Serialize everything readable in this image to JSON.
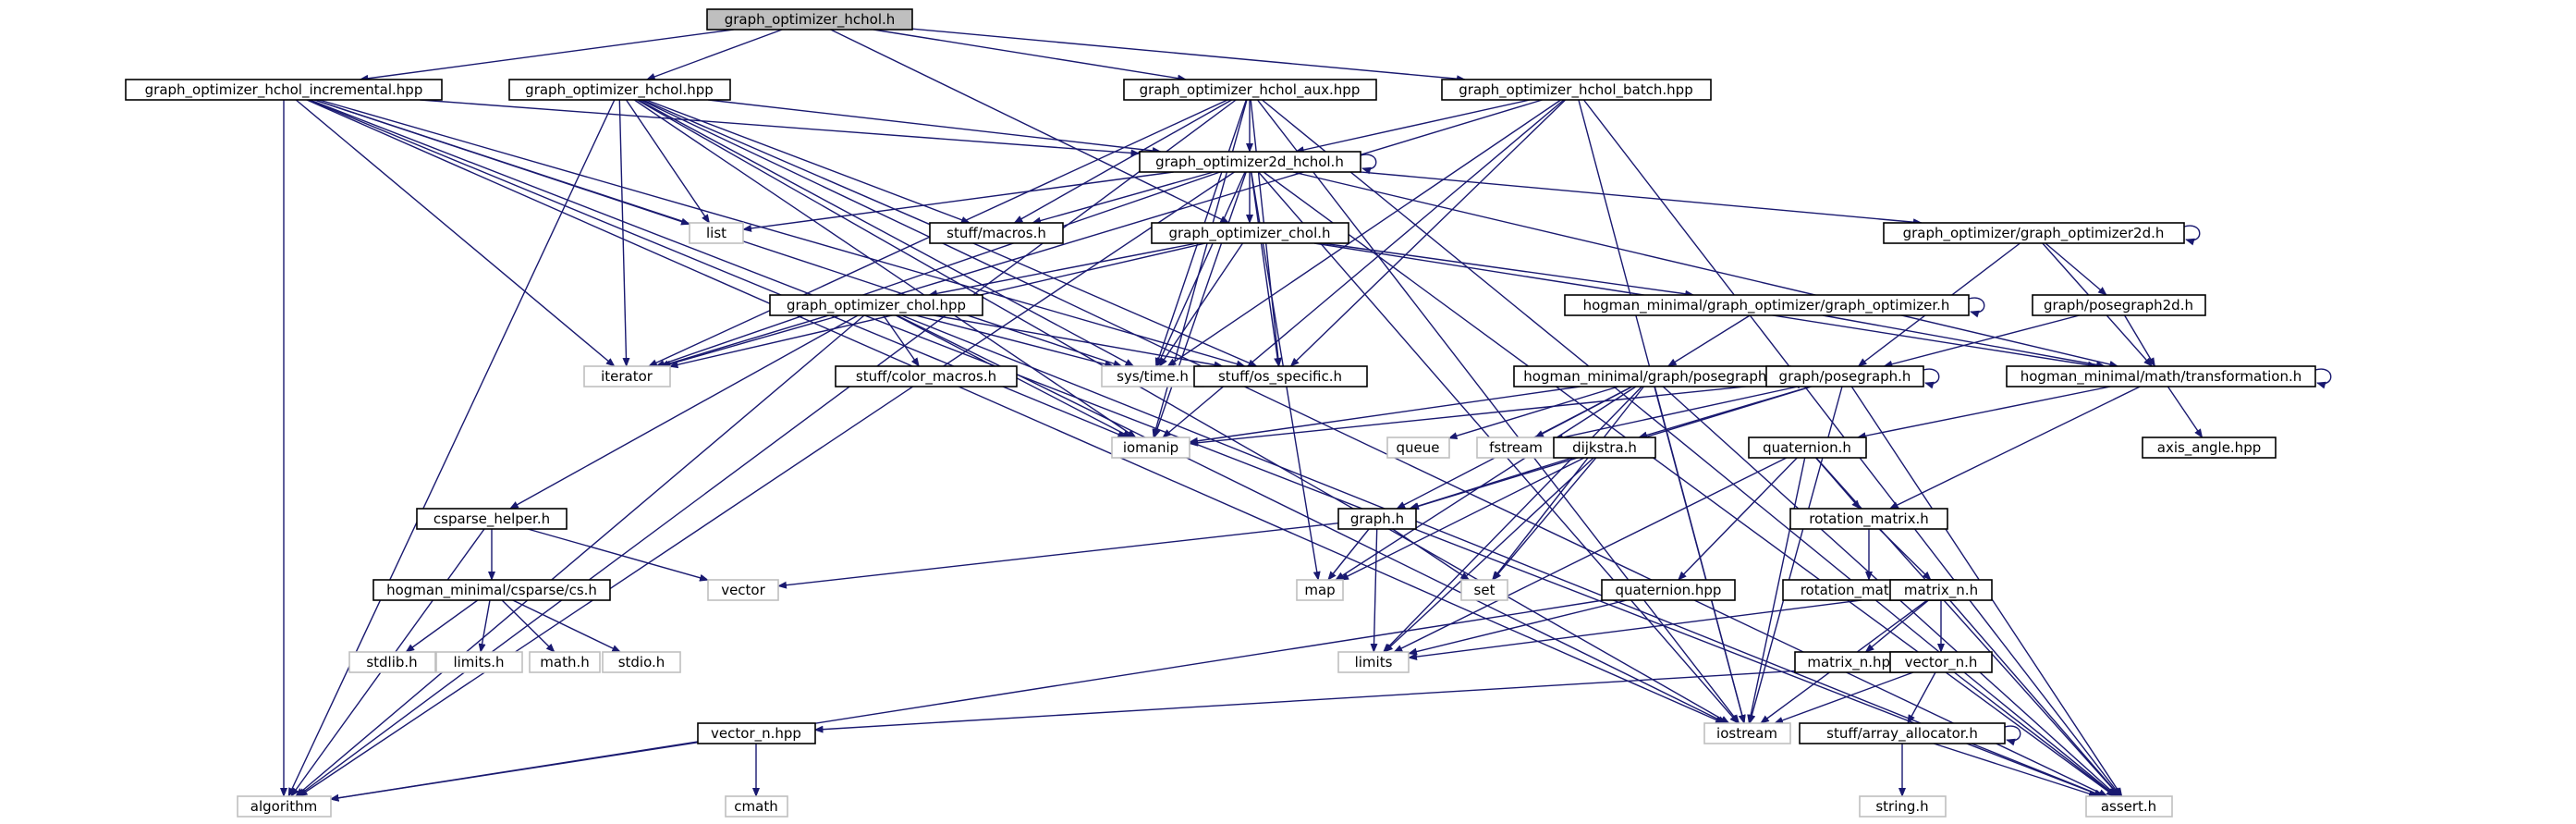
{
  "graph": {
    "root": "graph_optimizer_hchol.h",
    "nodes": [
      {
        "id": "root",
        "label": "graph_optimizer_hchol.h",
        "kind": "root"
      },
      {
        "id": "inc",
        "label": "graph_optimizer_hchol_incremental.hpp",
        "kind": "local"
      },
      {
        "id": "hpp",
        "label": "graph_optimizer_hchol.hpp",
        "kind": "local"
      },
      {
        "id": "aux",
        "label": "graph_optimizer_hchol_aux.hpp",
        "kind": "local"
      },
      {
        "id": "batch",
        "label": "graph_optimizer_hchol_batch.hpp",
        "kind": "local"
      },
      {
        "id": "go2dh",
        "label": "graph_optimizer2d_hchol.h",
        "kind": "local"
      },
      {
        "id": "list",
        "label": "list",
        "kind": "system"
      },
      {
        "id": "macros",
        "label": "stuff/macros.h",
        "kind": "local"
      },
      {
        "id": "chol",
        "label": "graph_optimizer_chol.h",
        "kind": "local"
      },
      {
        "id": "go2d",
        "label": "graph_optimizer/graph_optimizer2d.h",
        "kind": "local"
      },
      {
        "id": "cholhpp",
        "label": "graph_optimizer_chol.hpp",
        "kind": "local"
      },
      {
        "id": "hmgo",
        "label": "hogman_minimal/graph_optimizer/graph_optimizer.h",
        "kind": "local"
      },
      {
        "id": "pg2d",
        "label": "graph/posegraph2d.h",
        "kind": "local"
      },
      {
        "id": "iterator",
        "label": "iterator",
        "kind": "system"
      },
      {
        "id": "colmac",
        "label": "stuff/color_macros.h",
        "kind": "local"
      },
      {
        "id": "systime",
        "label": "sys/time.h",
        "kind": "system"
      },
      {
        "id": "ossp",
        "label": "stuff/os_specific.h",
        "kind": "local"
      },
      {
        "id": "hmpg",
        "label": "hogman_minimal/graph/posegraph.h",
        "kind": "local"
      },
      {
        "id": "pgh",
        "label": "graph/posegraph.h",
        "kind": "local"
      },
      {
        "id": "hmtr",
        "label": "hogman_minimal/math/transformation.h",
        "kind": "local"
      },
      {
        "id": "iomanip",
        "label": "iomanip",
        "kind": "system"
      },
      {
        "id": "queue",
        "label": "queue",
        "kind": "system"
      },
      {
        "id": "fstream",
        "label": "fstream",
        "kind": "system"
      },
      {
        "id": "quat",
        "label": "quaternion.h",
        "kind": "local"
      },
      {
        "id": "axang",
        "label": "axis_angle.hpp",
        "kind": "local"
      },
      {
        "id": "dijk",
        "label": "dijkstra.h",
        "kind": "local"
      },
      {
        "id": "cshelp",
        "label": "csparse_helper.h",
        "kind": "local"
      },
      {
        "id": "graphh",
        "label": "graph.h",
        "kind": "local"
      },
      {
        "id": "rotm",
        "label": "rotation_matrix.h",
        "kind": "local"
      },
      {
        "id": "hmcs",
        "label": "hogman_minimal/csparse/cs.h",
        "kind": "local"
      },
      {
        "id": "vector",
        "label": "vector",
        "kind": "system"
      },
      {
        "id": "map",
        "label": "map",
        "kind": "system"
      },
      {
        "id": "set",
        "label": "set",
        "kind": "system"
      },
      {
        "id": "qhpp",
        "label": "quaternion.hpp",
        "kind": "local"
      },
      {
        "id": "rotmhpp",
        "label": "rotation_matrix.hpp",
        "kind": "local"
      },
      {
        "id": "matn",
        "label": "matrix_n.h",
        "kind": "local"
      },
      {
        "id": "stdlib",
        "label": "stdlib.h",
        "kind": "system"
      },
      {
        "id": "limitsh",
        "label": "limits.h",
        "kind": "system"
      },
      {
        "id": "mathh",
        "label": "math.h",
        "kind": "system"
      },
      {
        "id": "stdio",
        "label": "stdio.h",
        "kind": "system"
      },
      {
        "id": "limits",
        "label": "limits",
        "kind": "system"
      },
      {
        "id": "matnhpp",
        "label": "matrix_n.hpp",
        "kind": "local"
      },
      {
        "id": "vecn",
        "label": "vector_n.h",
        "kind": "local"
      },
      {
        "id": "vecnhpp",
        "label": "vector_n.hpp",
        "kind": "local"
      },
      {
        "id": "iostream",
        "label": "iostream",
        "kind": "system"
      },
      {
        "id": "arralloc",
        "label": "stuff/array_allocator.h",
        "kind": "local"
      },
      {
        "id": "algorithm",
        "label": "algorithm",
        "kind": "system"
      },
      {
        "id": "cmath",
        "label": "cmath",
        "kind": "system"
      },
      {
        "id": "stringh",
        "label": "string.h",
        "kind": "system"
      },
      {
        "id": "asserth",
        "label": "assert.h",
        "kind": "system"
      }
    ],
    "edges": [
      [
        "root",
        "inc"
      ],
      [
        "root",
        "hpp"
      ],
      [
        "root",
        "aux"
      ],
      [
        "root",
        "batch"
      ],
      [
        "root",
        "chol"
      ],
      [
        "inc",
        "go2dh"
      ],
      [
        "inc",
        "list"
      ],
      [
        "inc",
        "iterator"
      ],
      [
        "inc",
        "systime"
      ],
      [
        "inc",
        "ossp"
      ],
      [
        "inc",
        "iomanip"
      ],
      [
        "inc",
        "algorithm"
      ],
      [
        "inc",
        "iostream"
      ],
      [
        "inc",
        "asserth"
      ],
      [
        "hpp",
        "go2dh"
      ],
      [
        "hpp",
        "list"
      ],
      [
        "hpp",
        "macros"
      ],
      [
        "hpp",
        "iterator"
      ],
      [
        "hpp",
        "systime"
      ],
      [
        "hpp",
        "ossp"
      ],
      [
        "hpp",
        "iomanip"
      ],
      [
        "hpp",
        "algorithm"
      ],
      [
        "hpp",
        "iostream"
      ],
      [
        "hpp",
        "asserth"
      ],
      [
        "aux",
        "go2dh"
      ],
      [
        "aux",
        "macros"
      ],
      [
        "aux",
        "iterator"
      ],
      [
        "aux",
        "systime"
      ],
      [
        "aux",
        "ossp"
      ],
      [
        "aux",
        "iomanip"
      ],
      [
        "aux",
        "algorithm"
      ],
      [
        "aux",
        "iostream"
      ],
      [
        "aux",
        "asserth"
      ],
      [
        "batch",
        "go2dh"
      ],
      [
        "batch",
        "iterator"
      ],
      [
        "batch",
        "systime"
      ],
      [
        "batch",
        "ossp"
      ],
      [
        "batch",
        "iomanip"
      ],
      [
        "batch",
        "iostream"
      ],
      [
        "batch",
        "asserth"
      ],
      [
        "go2dh",
        "go2dh"
      ],
      [
        "go2dh",
        "list"
      ],
      [
        "go2dh",
        "macros"
      ],
      [
        "go2dh",
        "chol"
      ],
      [
        "go2dh",
        "go2d"
      ],
      [
        "go2dh",
        "hmtr"
      ],
      [
        "go2dh",
        "iterator"
      ],
      [
        "go2dh",
        "systime"
      ],
      [
        "go2dh",
        "ossp"
      ],
      [
        "go2dh",
        "iomanip"
      ],
      [
        "go2dh",
        "algorithm"
      ],
      [
        "go2dh",
        "map"
      ],
      [
        "go2dh",
        "iostream"
      ],
      [
        "go2dh",
        "asserth"
      ],
      [
        "chol",
        "cholhpp"
      ],
      [
        "chol",
        "hmgo"
      ],
      [
        "chol",
        "hmtr"
      ],
      [
        "chol",
        "iterator"
      ],
      [
        "chol",
        "systime"
      ],
      [
        "cholhpp",
        "iterator"
      ],
      [
        "cholhpp",
        "colmac"
      ],
      [
        "cholhpp",
        "systime"
      ],
      [
        "cholhpp",
        "ossp"
      ],
      [
        "cholhpp",
        "iomanip"
      ],
      [
        "cholhpp",
        "cshelp"
      ],
      [
        "cholhpp",
        "algorithm"
      ],
      [
        "cholhpp",
        "iostream"
      ],
      [
        "cholhpp",
        "asserth"
      ],
      [
        "go2d",
        "go2d"
      ],
      [
        "go2d",
        "pg2d"
      ],
      [
        "go2d",
        "pgh"
      ],
      [
        "go2d",
        "hmtr"
      ],
      [
        "hmgo",
        "hmgo"
      ],
      [
        "hmgo",
        "hmpg"
      ],
      [
        "hmgo",
        "hmtr"
      ],
      [
        "pg2d",
        "pgh"
      ],
      [
        "pg2d",
        "hmtr"
      ],
      [
        "hmpg",
        "hmpg"
      ],
      [
        "hmpg",
        "iomanip"
      ],
      [
        "hmpg",
        "queue"
      ],
      [
        "hmpg",
        "fstream"
      ],
      [
        "hmpg",
        "graphh"
      ],
      [
        "hmpg",
        "map"
      ],
      [
        "hmpg",
        "set"
      ],
      [
        "hmpg",
        "limits"
      ],
      [
        "hmpg",
        "iostream"
      ],
      [
        "hmpg",
        "asserth"
      ],
      [
        "pgh",
        "pgh"
      ],
      [
        "pgh",
        "iomanip"
      ],
      [
        "pgh",
        "fstream"
      ],
      [
        "pgh",
        "dijk"
      ],
      [
        "pgh",
        "graphh"
      ],
      [
        "pgh",
        "iostream"
      ],
      [
        "pgh",
        "asserth"
      ],
      [
        "hmtr",
        "hmtr"
      ],
      [
        "hmtr",
        "quat"
      ],
      [
        "hmtr",
        "axang"
      ],
      [
        "hmtr",
        "rotm"
      ],
      [
        "quat",
        "rotm"
      ],
      [
        "quat",
        "qhpp"
      ],
      [
        "quat",
        "limits"
      ],
      [
        "quat",
        "iostream"
      ],
      [
        "quat",
        "asserth"
      ],
      [
        "dijk",
        "graphh"
      ],
      [
        "dijk",
        "map"
      ],
      [
        "dijk",
        "set"
      ],
      [
        "dijk",
        "limits"
      ],
      [
        "cshelp",
        "hmcs"
      ],
      [
        "cshelp",
        "vector"
      ],
      [
        "cshelp",
        "algorithm"
      ],
      [
        "graphh",
        "vector"
      ],
      [
        "graphh",
        "map"
      ],
      [
        "graphh",
        "set"
      ],
      [
        "graphh",
        "limits"
      ],
      [
        "rotm",
        "rotmhpp"
      ],
      [
        "rotm",
        "matn"
      ],
      [
        "hmcs",
        "stdlib"
      ],
      [
        "hmcs",
        "limitsh"
      ],
      [
        "hmcs",
        "mathh"
      ],
      [
        "hmcs",
        "stdio"
      ],
      [
        "qhpp",
        "limits"
      ],
      [
        "qhpp",
        "algorithm"
      ],
      [
        "matn",
        "limits"
      ],
      [
        "matn",
        "matnhpp"
      ],
      [
        "matn",
        "vecn"
      ],
      [
        "matn",
        "iostream"
      ],
      [
        "matn",
        "asserth"
      ],
      [
        "vecn",
        "vecnhpp"
      ],
      [
        "vecn",
        "iostream"
      ],
      [
        "vecn",
        "arralloc"
      ],
      [
        "vecn",
        "asserth"
      ],
      [
        "vecnhpp",
        "algorithm"
      ],
      [
        "vecnhpp",
        "cmath"
      ],
      [
        "arralloc",
        "arralloc"
      ],
      [
        "arralloc",
        "stringh"
      ],
      [
        "arralloc",
        "asserth"
      ]
    ]
  }
}
